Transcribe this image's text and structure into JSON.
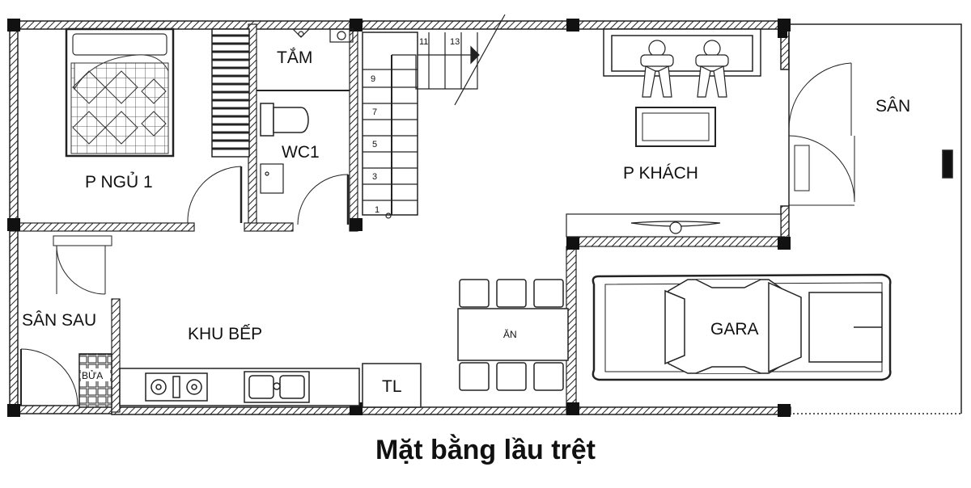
{
  "rooms": {
    "bedroom": "P NGỦ 1",
    "bath": "TẮM",
    "wc": "WC1",
    "yard_front": "SÂN",
    "living": "P KHÁCH",
    "back_yard": "SÂN SAU",
    "kitchen": "KHU BẾP",
    "dining": "ĂN",
    "fridge": "TL",
    "garage": "GARA",
    "laundry": "BỬA"
  },
  "stairs": {
    "steps": [
      "1",
      "3",
      "5",
      "7",
      "9",
      "11",
      "13"
    ]
  },
  "caption": "Mặt bằng lầu trệt"
}
